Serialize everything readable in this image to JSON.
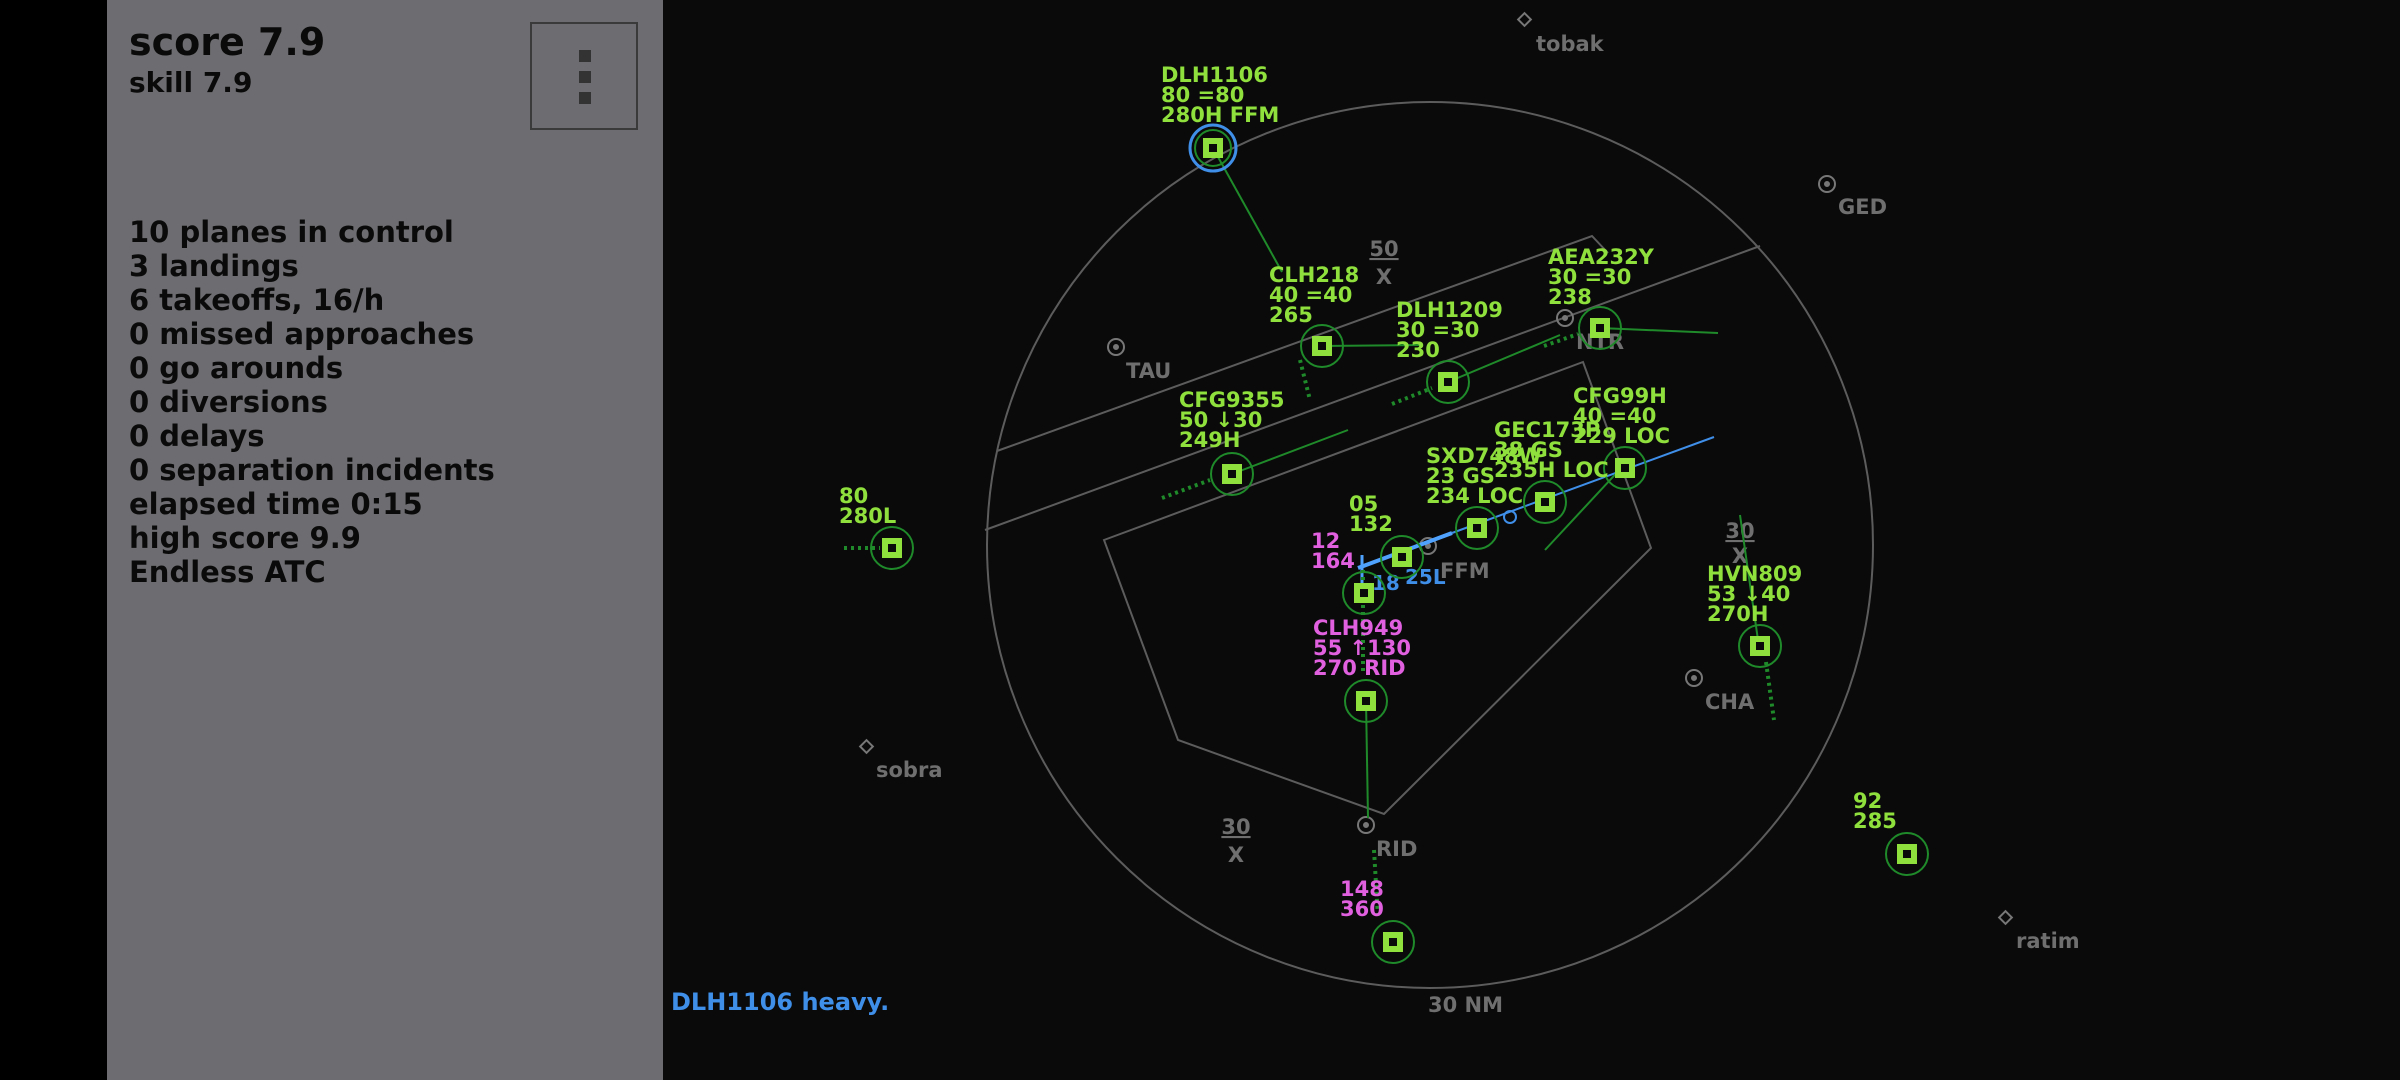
{
  "panel": {
    "score": "score 7.9",
    "skill": "skill 7.9",
    "stats": [
      "10 planes in control",
      "3 landings",
      "6 takeoffs, 16/h",
      "0 missed approaches",
      "0 go arounds",
      "0 diversions",
      "0 delays",
      "0 separation incidents",
      "elapsed time 0:15",
      "high score 9.9",
      "Endless ATC"
    ]
  },
  "radar": {
    "range_label": "30 NM",
    "waypoints": {
      "tobak": "tobak",
      "ged": "GED",
      "tau": "TAU",
      "ntr": "NTR",
      "ffm": "FFM",
      "cha": "CHA",
      "rid": "RID",
      "sobra": "sobra",
      "ratim": "ratim"
    },
    "altitude_markers": [
      "50",
      "30",
      "30"
    ],
    "runway_labels": [
      "18",
      "25L"
    ],
    "colors": {
      "green": "#8fe03c",
      "magenta": "#e060e0",
      "blue": "#3f8ee8",
      "waypoint": "#6f6f6f"
    }
  },
  "aircraft": [
    {
      "lines": [
        "DLH1106",
        "80 =80",
        "280H FFM"
      ],
      "color": "green",
      "selected": true
    },
    {
      "lines": [
        "CLH218",
        "40 =40",
        "265"
      ],
      "color": "green"
    },
    {
      "lines": [
        "AEA232Y",
        "30 =30",
        "238"
      ],
      "color": "green"
    },
    {
      "lines": [
        "DLH1209",
        "30 =30",
        "230"
      ],
      "color": "green"
    },
    {
      "lines": [
        "CFG99H",
        "40 =40",
        "229  LOC"
      ],
      "color": "green"
    },
    {
      "lines": [
        "GEC173P",
        "38 GS",
        "235H LOC"
      ],
      "color": "green"
    },
    {
      "lines": [
        "SXD748W",
        "23 GS",
        "234  LOC"
      ],
      "color": "green"
    },
    {
      "lines": [
        "CFG9355",
        "50 ↓30",
        "249H"
      ],
      "color": "green"
    },
    {
      "lines": [
        "80",
        "280L"
      ],
      "color": "green"
    },
    {
      "lines": [
        "05",
        "132"
      ],
      "color": "green"
    },
    {
      "lines": [
        "12",
        "164"
      ],
      "color": "magenta"
    },
    {
      "lines": [
        "CLH949",
        "55 ↑130",
        "270  RID"
      ],
      "color": "magenta"
    },
    {
      "lines": [
        "HVN809",
        "53 ↓40",
        "270H"
      ],
      "color": "green"
    },
    {
      "lines": [
        "92",
        "285"
      ],
      "color": "green"
    },
    {
      "lines": [
        "148",
        "360"
      ],
      "color": "magenta"
    }
  ],
  "message": "DLH1106 heavy."
}
